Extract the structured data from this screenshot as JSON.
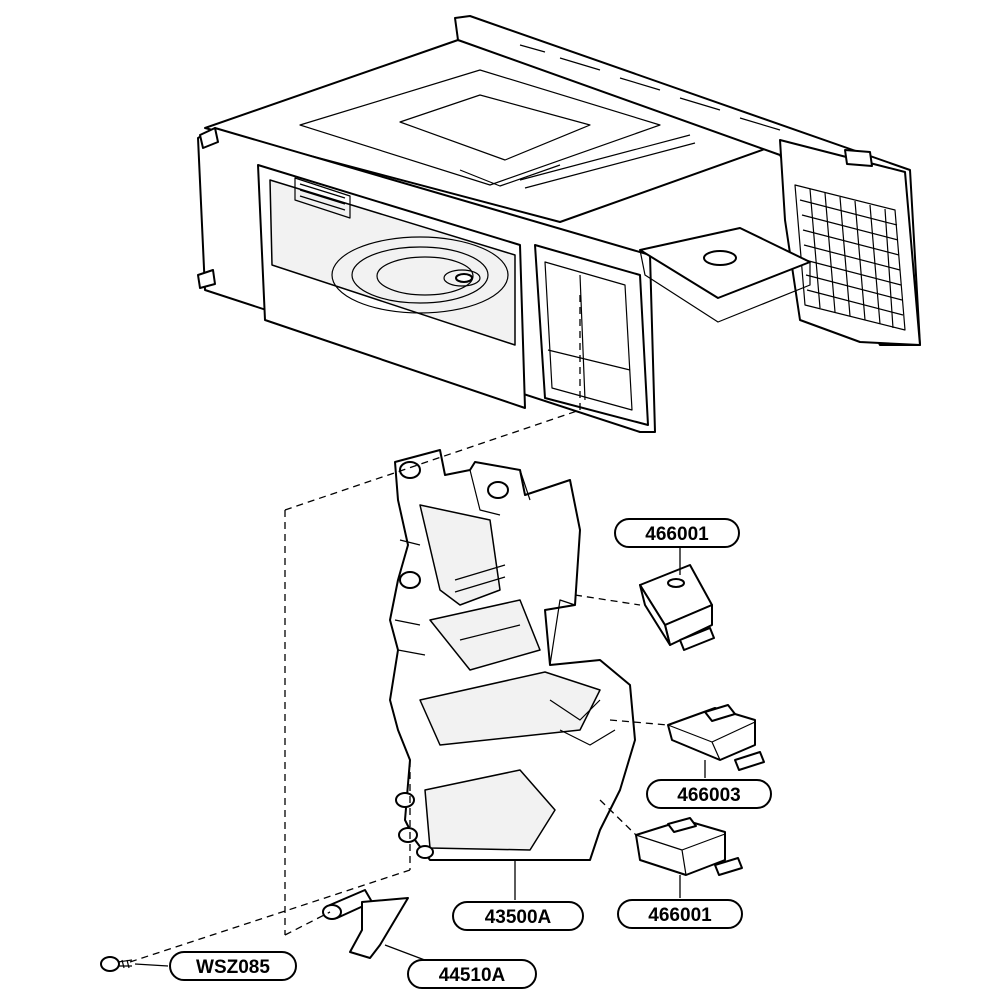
{
  "callouts": [
    {
      "id": "label-466001-top",
      "text": "466001"
    },
    {
      "id": "label-466003",
      "text": "466003"
    },
    {
      "id": "label-466001-bottom",
      "text": "466001"
    },
    {
      "id": "label-43500a",
      "text": "43500A"
    },
    {
      "id": "label-44510a",
      "text": "44510A"
    },
    {
      "id": "label-wsz085",
      "text": "WSZ085"
    }
  ]
}
